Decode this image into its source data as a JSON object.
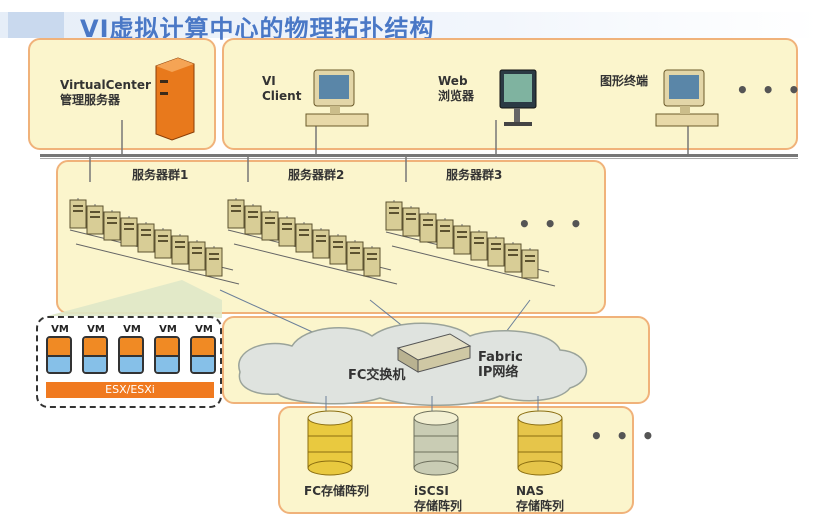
{
  "title": "VI虚拟计算中心的物理拓扑结构",
  "vcenter_label": "VirtualCenter\n管理服务器",
  "clients": [
    {
      "label": "VI\nClient"
    },
    {
      "label": "Web\n浏览器"
    },
    {
      "label": "图形终端"
    }
  ],
  "server_groups": [
    {
      "label": "服务器群1"
    },
    {
      "label": "服务器群2"
    },
    {
      "label": "服务器群3"
    }
  ],
  "ellipsis": "• • •",
  "vm_label": "VM",
  "vm_count": 5,
  "esx_label": "ESX/ESXi",
  "fc_switch_label": "FC交换机",
  "fabric_label": "Fabric\nIP网络",
  "storage": [
    {
      "label": "FC存储阵列"
    },
    {
      "label": "iSCSI\n存储阵列"
    },
    {
      "label": "NAS\n存储阵列"
    }
  ],
  "colors": {
    "box_fill": "#fbf5cc",
    "box_border": "#f0b27a",
    "title": "#4a78c6",
    "vm_orange": "#f08a24",
    "vm_blue": "#86c0e8",
    "esx": "#f07a20"
  }
}
